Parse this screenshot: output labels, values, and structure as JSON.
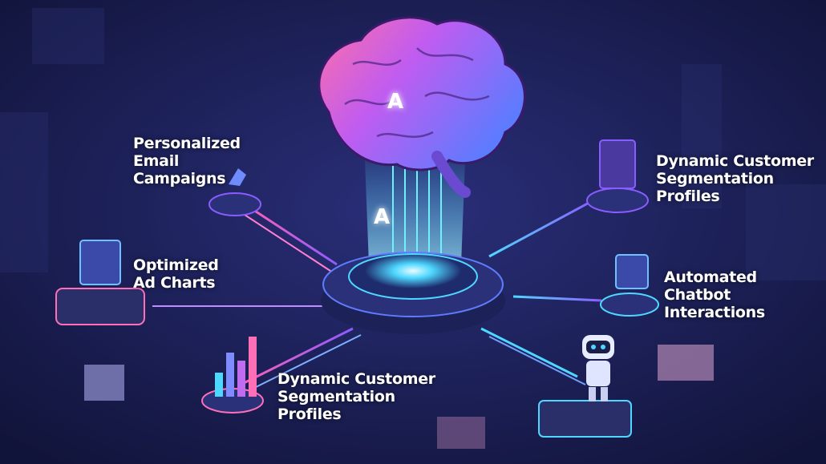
{
  "labels": {
    "email": [
      "Personalized",
      "Email",
      "Campaigns"
    ],
    "ads": [
      "Optimized",
      "Ad Charts"
    ],
    "segmentation_bottom": [
      "Dynamic Customer",
      "Segmentation",
      "Profiles"
    ],
    "segmentation_right": [
      "Dynamic Customer",
      "Segmentation",
      "Profiles"
    ],
    "chatbot": [
      "Automated",
      "Chatbot",
      "Interactions"
    ]
  },
  "brain_letter": "A",
  "beam_letter": "A",
  "colors": {
    "background": "#151a45",
    "pink": "#ff5fb8",
    "purple": "#8a5cff",
    "cyan": "#4fd8ff"
  }
}
